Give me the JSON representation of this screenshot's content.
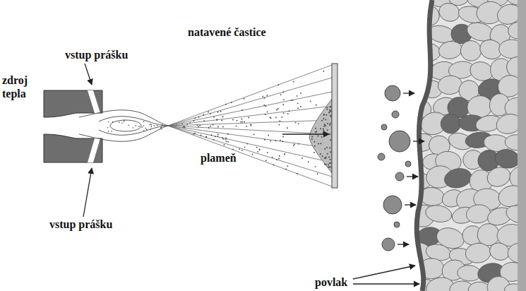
{
  "diagram": {
    "labels": [
      "zdroj tepla",
      "vstup prášku",
      "natavené častice",
      "plameň",
      "vstup prášku",
      "povlak"
    ]
  }
}
